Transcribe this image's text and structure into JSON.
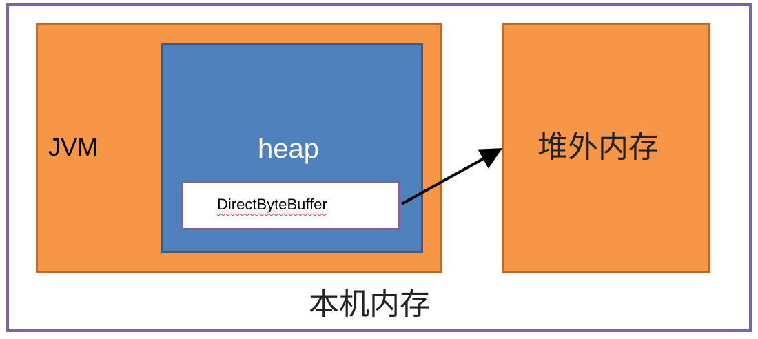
{
  "diagram": {
    "outer_label": "本机内存",
    "jvm_label": "JVM",
    "heap_label": "heap",
    "buffer_label": "DirectByteBuffer",
    "offheap_label": "堆外内存"
  },
  "colors": {
    "outer_border": "#7f62a1",
    "orange_fill": "#f79646",
    "orange_border": "#b66c2d",
    "heap_fill": "#4f81bd",
    "heap_border": "#385d8a",
    "buffer_fill": "#ffffff",
    "buffer_border": "#8064a2",
    "arrow": "#000000"
  }
}
